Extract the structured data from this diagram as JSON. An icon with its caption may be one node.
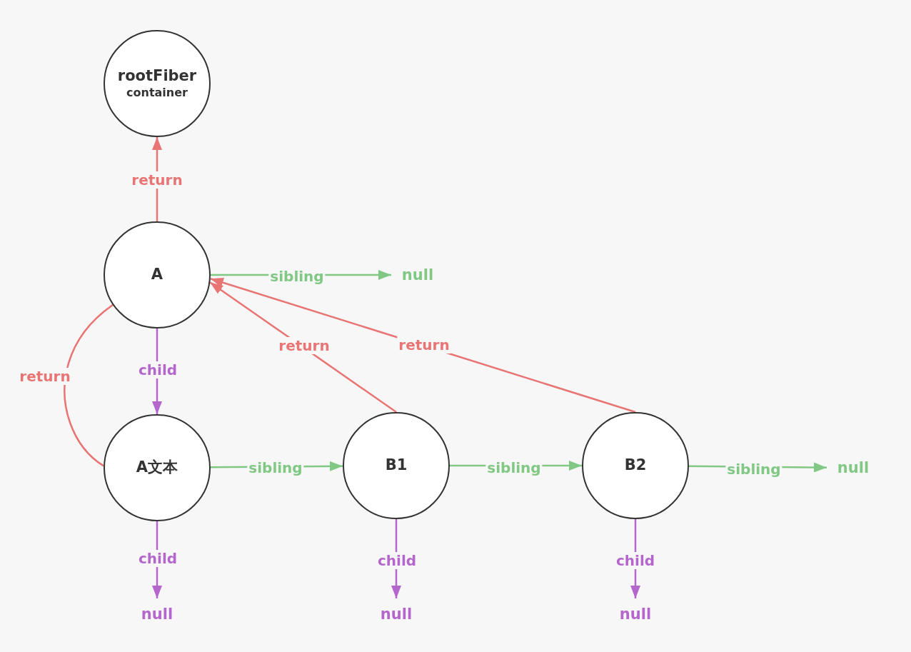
{
  "diagram": {
    "nodes": [
      {
        "text": [
          "rootFiber",
          "container"
        ]
      },
      {
        "text": [
          "A"
        ]
      },
      {
        "text": [
          "A文本"
        ]
      },
      {
        "text": [
          "B1"
        ]
      },
      {
        "text": [
          "B2"
        ]
      },
      {
        "text": [
          "null"
        ]
      },
      {
        "text": [
          "null"
        ]
      },
      {
        "text": [
          "null"
        ]
      },
      {
        "text": [
          "null"
        ]
      },
      {
        "text": [
          "null"
        ]
      }
    ],
    "edges": [
      {
        "from": 1,
        "to": 0,
        "arrow": "to",
        "label": "return",
        "color": "#e87474"
      },
      {
        "from": 1,
        "to": 5,
        "arrow": "to",
        "label": "sibling",
        "color": "#82c885"
      },
      {
        "from": 1,
        "to": 2,
        "arrow": "to",
        "label": "child",
        "color": "#b566cc"
      },
      {
        "from": 2,
        "to": 1,
        "arrow": "to",
        "label": "return",
        "color": "#e87474"
      },
      {
        "from": 2,
        "to": 3,
        "arrow": "to",
        "label": "sibling",
        "color": "#82c885"
      },
      {
        "from": 3,
        "to": 4,
        "arrow": "to",
        "label": "sibling",
        "color": "#82c885"
      },
      {
        "from": 4,
        "to": 6,
        "arrow": "to",
        "label": "sibling",
        "color": "#82c885"
      },
      {
        "from": 3,
        "to": 1,
        "arrow": "to",
        "label": "return",
        "color": "#e87474"
      },
      {
        "from": 4,
        "to": 1,
        "arrow": "to",
        "label": "return",
        "color": "#e87474"
      },
      {
        "from": 2,
        "to": 7,
        "arrow": "to",
        "label": "child",
        "color": "#b566cc"
      },
      {
        "from": 3,
        "to": 8,
        "arrow": "to",
        "label": "child",
        "color": "#b566cc"
      },
      {
        "from": 4,
        "to": 9,
        "arrow": "to",
        "label": "child",
        "color": "#b566cc"
      }
    ]
  }
}
